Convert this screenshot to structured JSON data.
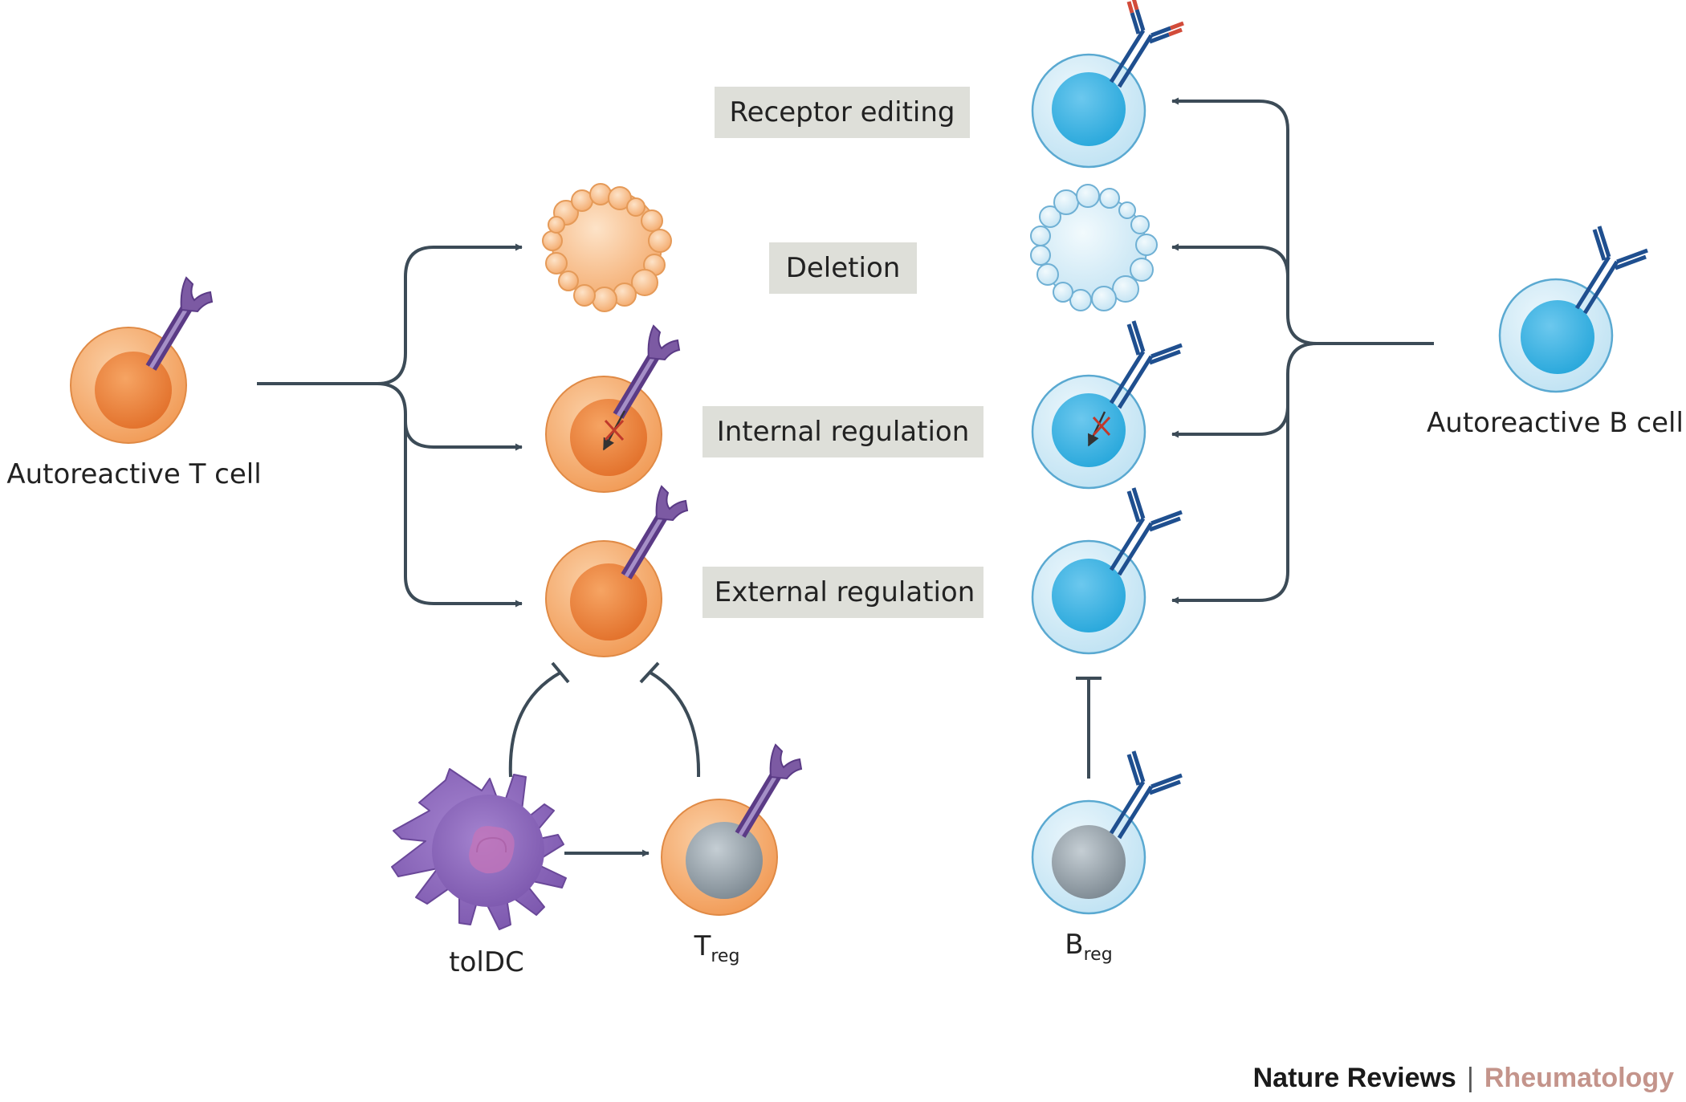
{
  "labels": {
    "autoreactive_t_cell": "Autoreactive T cell",
    "autoreactive_b_cell": "Autoreactive B cell",
    "toldc": "tolDC",
    "treg_main": "T",
    "treg_sub": "reg",
    "breg_main": "B",
    "breg_sub": "reg"
  },
  "mechanisms": [
    {
      "label": "Receptor editing"
    },
    {
      "label": "Deletion"
    },
    {
      "label": "Internal regulation"
    },
    {
      "label": "External regulation"
    }
  ],
  "footer": {
    "journal": "Nature Reviews",
    "separator": "|",
    "section": "Rheumatology"
  },
  "colors": {
    "t_cell_outer": "#f2a25e",
    "t_cell_nucleus": "#e8792f",
    "b_cell_outer": "#c9e7f5",
    "b_cell_nucleus": "#33b3e2",
    "reg_nucleus": "#8e9aa3",
    "tcr": "#7c5aa3",
    "bcr": "#1f4f8f",
    "edited_bcr_tip": "#d24b3a",
    "toldc": "#8a63b8",
    "arrow": "#3c4b57",
    "label_box": "#dedfd9",
    "footer_section": "#c4948b"
  }
}
